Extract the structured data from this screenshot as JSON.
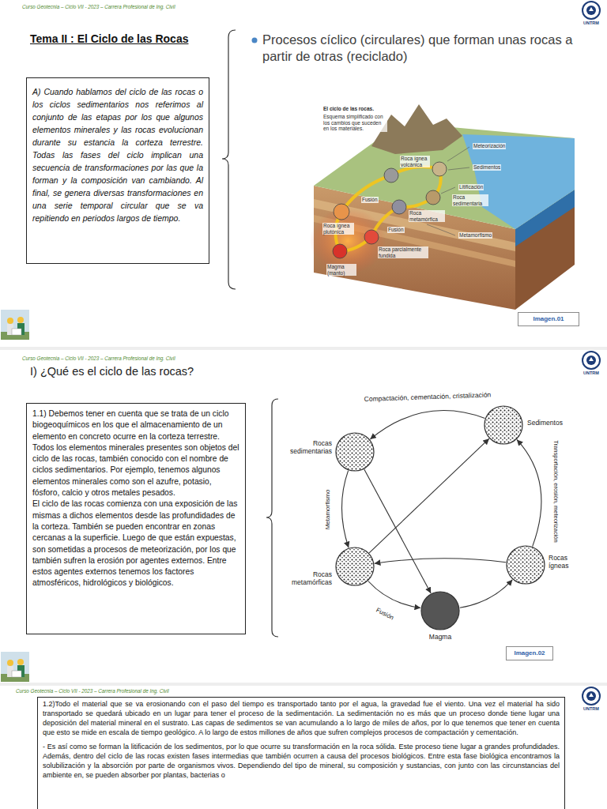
{
  "diagram": {
    "title": "Tema II : El Ciclo de las Rocas",
    "nodes": [
      {
        "text": [
          "A) Cuando hablamos del ciclo de las rocas o los ciclos sedimentarios nos referimos al conjunto de las etapas por los que algunos elementos minerales y las rocas evolucionan durante su estancia la corteza terrestre. Todas las fases del ciclo implican una secuencia de transformaciones por las que la forman y la composición van cambiando. Al final, se genera diversas transformaciones en una serie temporal circular que se va repitiendo en periodos largos de tiempo."
        ]
      },
      {
        "text": [
          "Imagen.01"
        ]
      },
      {
        "text": [
          "1.1) Debemos tener en cuenta que se trata de un ciclo biogeoquímicos en los que el almacenamiento de un elemento en concreto ocurre en la corteza terrestre. Todos los elementos minerales presentes son objetos del ciclo de las rocas, también conocido con el nombre de ciclos sedimentarios. Por ejemplo, tenemos algunos elementos minerales como son el azufre, potasio, fósforo, calcio y otros metales pesados.",
          "El ciclo de las rocas comienza con una exposición de las mismas a dichos elementos desde las profundidades de la corteza. También se pueden encontrar en zonas cercanas a la superficie. Luego de que están expuestas, son sometidas a procesos de meteorización, por los que también sufren la erosión por agentes externos. Entre estos agentes externos tenemos los factores atmosféricos, hidrológicos y biológicos."
        ]
      },
      {
        "text": [
          "Sedimentos"
        ]
      },
      {
        "text": [
          "Rocas sedimentarias"
        ]
      },
      {
        "text": [
          "Rocas metamórficas"
        ]
      },
      {
        "text": [
          "Rocas ígneas"
        ]
      },
      {
        "text": [
          "Magma"
        ]
      },
      {
        "text": [
          "Imagen.02"
        ]
      },
      {
        "text": [
          "1.2)Todo el material que se va erosionando con el paso del tiempo es transportado tanto por el agua, la gravedad fue el viento. Una vez el material ha sido transportado se quedará ubicado en un lugar para tener el proceso de la sedimentación. La sedimentación no es más que un proceso donde tiene lugar una deposición del material mineral en el sustrato. Las capas de sedimentos se van acumulando a lo largo de miles de años, por lo que tenemos que tener en cuenta que esto se mide en escala de tiempo geológico. A lo largo de estos millones de años que sufren complejos procesos de compactación y cementación.",
          "- Es así como se forman la litificación de los sedimentos, por lo que ocurre su transformación en la roca sólida. Este proceso tiene lugar a grandes profundidades. Además, dentro del ciclo de las rocas existen fases intermedias que también ocurren a causa del procesos biológicos. Entre esta fase biológica encontramos la solubilización y la absorción por parte de organismos vivos. Dependiendo del tipo de mineral, su composición y sustancias, con junto con las circunstancias del ambiente en, se pueden absorber por plantas, bacterias o"
        ]
      }
    ],
    "edges": [
      {
        "from": 3,
        "to": 4,
        "label": "Compactación, cementación, cristalización",
        "arrow": "to"
      },
      {
        "from": 6,
        "to": 3,
        "label": "Transportación, erosión, meteorización",
        "arrow": "to"
      },
      {
        "from": 4,
        "to": 5,
        "label": "Metamorfismo",
        "arrow": "to"
      },
      {
        "from": 5,
        "to": 7,
        "label": "Fusión",
        "arrow": "to"
      },
      {
        "from": 7,
        "to": 6,
        "arrow": "to"
      },
      {
        "from": 5,
        "to": 3,
        "arrow": "to"
      },
      {
        "from": 6,
        "to": 5,
        "arrow": "to"
      },
      {
        "from": 4,
        "to": 7,
        "arrow": "to"
      }
    ],
    "labels": [
      "Curso Geotecnia – Ciclo VII - 2023 – Carrera Profesional de Ing. Civil",
      "UNTRM",
      "Procesos cíclico (circulares) que forman unas rocas a partir de otras (reciclado)",
      "El ciclo de las rocas.",
      "Esquema simplificado con los cambios que suceden en los materiales.",
      "Meteorización",
      "Roca ígnea volcánica",
      "Sedimentos",
      "Litificación",
      "Fusión",
      "Roca sedimentaria",
      "Roca metamórfica",
      "Roca ígnea plutónica",
      "Fusión",
      "Metamorfismo",
      "Magma (manto)",
      "Roca parcialmente fundida",
      "Curso Geotecnia – Ciclo VII - 2023 – Carrera Profesional de Ing. Civil",
      "UNTRM",
      "I) ¿Qué es el ciclo de las rocas?",
      "Curso Geotecnia – Ciclo VII - 2023 – Carrera Profesional de Ing. Civil",
      "UNTRM"
    ]
  }
}
